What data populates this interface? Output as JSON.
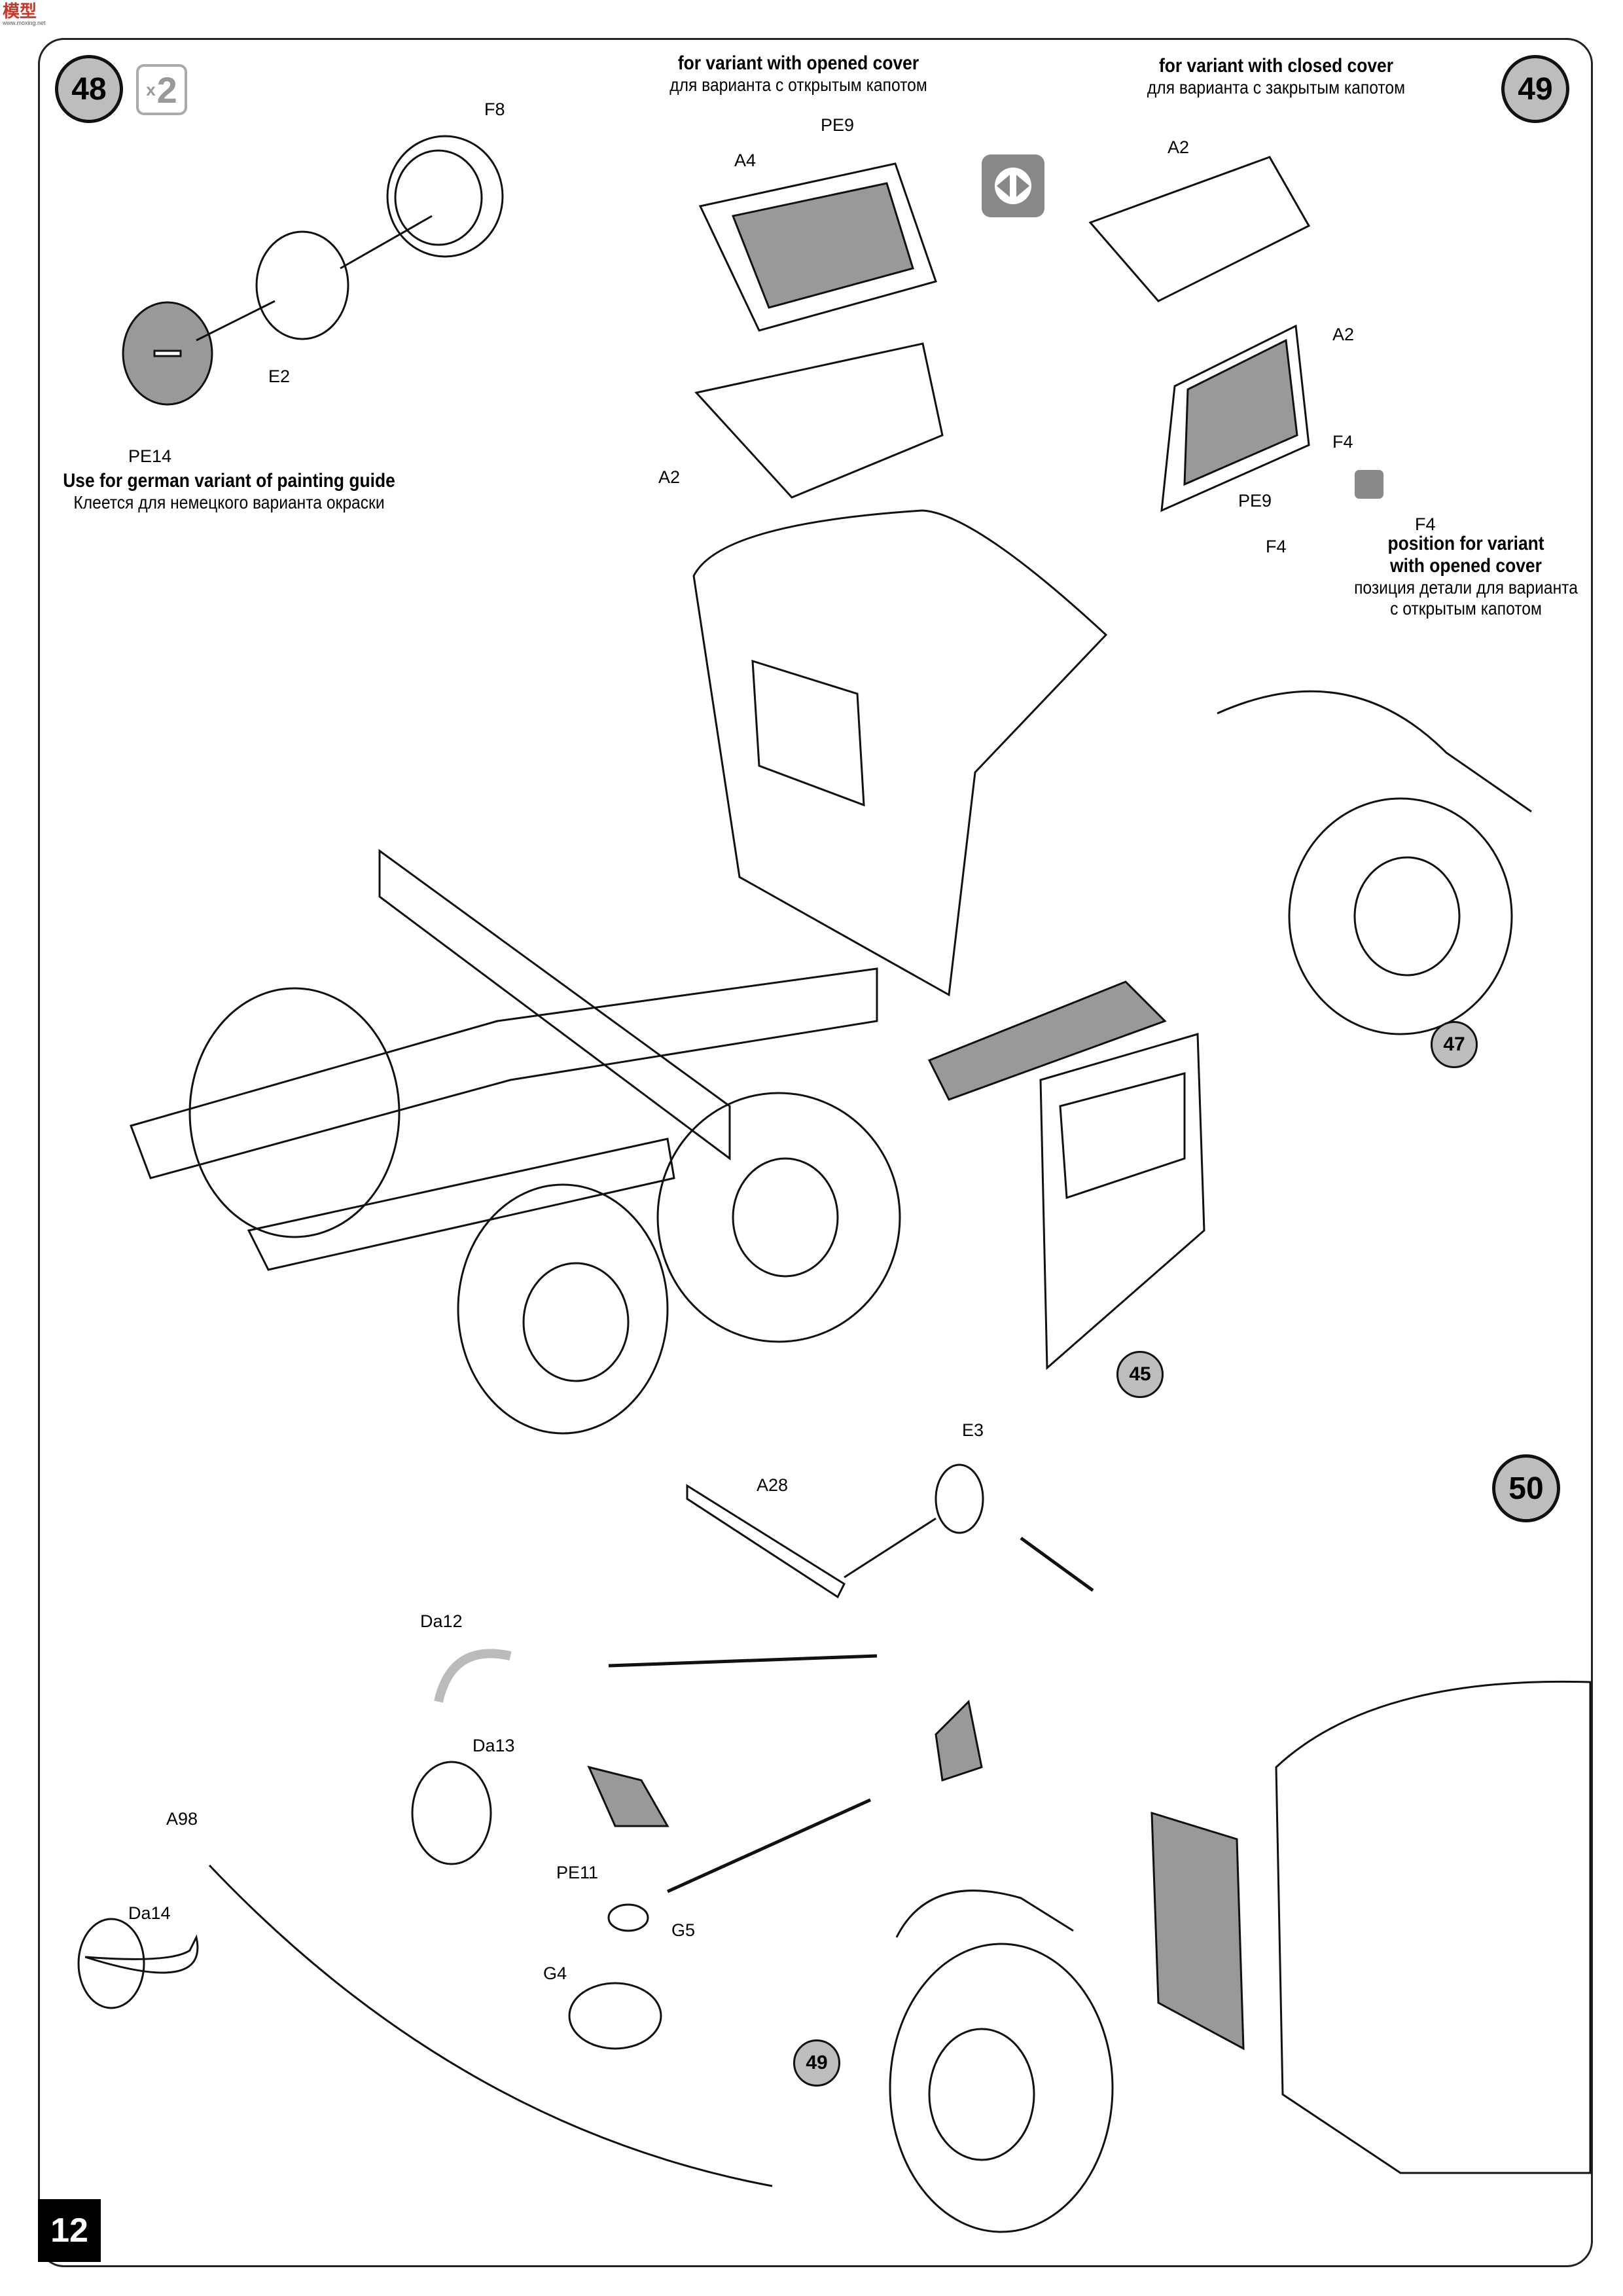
{
  "watermark": {
    "logo": "模型",
    "sub": "www.moxing.net"
  },
  "page_number": "12",
  "steps": {
    "s48": "48",
    "s49": "49",
    "s50": "50"
  },
  "multiplier": {
    "symbol": "x",
    "count": "2"
  },
  "notes": {
    "opened_cover": {
      "en": "for variant with opened cover",
      "ru": "для варианта с открытым капотом"
    },
    "closed_cover": {
      "en": "for variant with closed cover",
      "ru": "для варианта с закрытым капотом"
    },
    "german_variant": {
      "en": "Use for german variant of painting guide",
      "ru": "Клеется для немецкого варианта окраски"
    },
    "position_opened": {
      "en1": "position for variant",
      "en2": "with opened cover",
      "ru1": "позиция детали для варианта",
      "ru2": "с открытым капотом"
    }
  },
  "part_labels": {
    "F8": "F8",
    "E2": "E2",
    "PE14": "PE14",
    "PE9_top": "PE9",
    "A4": "A4",
    "A2_left": "A2",
    "A2_top": "A2",
    "A2_grille": "A2",
    "PE9_mid": "PE9",
    "F4_a": "F4",
    "F4_b": "F4",
    "F4_c": "F4",
    "E3": "E3",
    "A28": "A28",
    "Da12": "Da12",
    "Da13": "Da13",
    "A98": "A98",
    "Da14": "Da14",
    "PE11": "PE11",
    "G5": "G5",
    "G4": "G4"
  },
  "refs": {
    "r47": "47",
    "r45": "45",
    "r49": "49"
  },
  "icons": [
    "mirror-symmetric-icon",
    "photo-etch-icon"
  ]
}
